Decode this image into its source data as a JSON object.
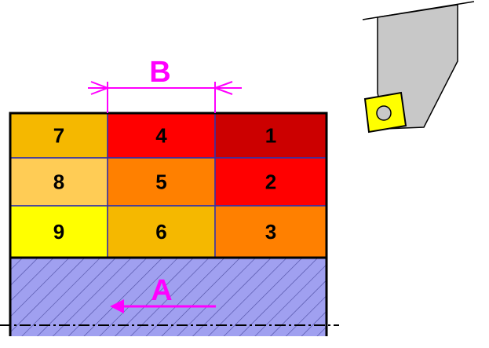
{
  "diagram": {
    "dimension_label": "B",
    "feed_label": "A",
    "accent_color": "#ff00ff",
    "grid_line_color": "#3333aa",
    "workpiece_fill": "#a0a0f0",
    "workpiece_hatch": "#4b4ba0",
    "tool_holder_fill": "#c8c8c8",
    "insert_fill": "#ffff00",
    "cells": [
      {
        "label": "7",
        "color": "#f5b800"
      },
      {
        "label": "4",
        "color": "#ff0000"
      },
      {
        "label": "1",
        "color": "#cc0000"
      },
      {
        "label": "8",
        "color": "#ffcc55"
      },
      {
        "label": "5",
        "color": "#ff8000"
      },
      {
        "label": "2",
        "color": "#ff0000"
      },
      {
        "label": "9",
        "color": "#ffff00"
      },
      {
        "label": "6",
        "color": "#f5b800"
      },
      {
        "label": "3",
        "color": "#ff8000"
      }
    ]
  }
}
